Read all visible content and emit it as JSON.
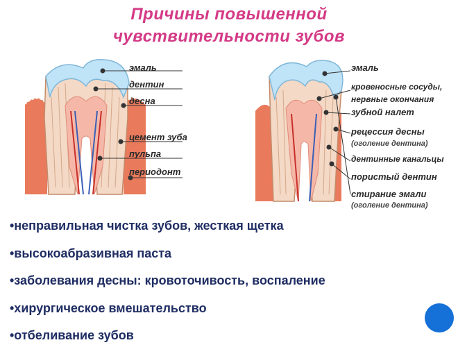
{
  "title": {
    "line1": "Причины повышенной",
    "line2": "чувствительности зубов"
  },
  "left_labels": [
    "эмаль",
    "дентин",
    "десна",
    "цемент зуба",
    "пульпа",
    "периодонт"
  ],
  "right_labels": {
    "enamel": "эмаль",
    "vessels": "кровеносные сосуды,",
    "nerves": "нервные окончания",
    "plaque": "зубной налет",
    "recession": "рецессия десны",
    "recession_note": "(оголение дентина)",
    "tubules": "дентинные канальцы",
    "porous": "пористый дентин",
    "abrasion": "стирание эмали",
    "abrasion_note": "(оголение дентина)"
  },
  "causes": [
    "•неправильная чистка зубов, жесткая щетка",
    "•высокоабразивная паста",
    "•заболевания десны: кровоточивость, воспаление",
    "•хирургическое вмешательство",
    "•отбеливание  зубов"
  ],
  "colors": {
    "title": "#d43a86",
    "bullet_text": "#1f2d63",
    "enamel": "#bfe3f7",
    "dentin": "#f3d9c6",
    "gum": "#e97a5c",
    "pulp": "#f5b8a8",
    "nerve_red": "#c8302b",
    "nerve_blue": "#3a5fb5",
    "accent_dot": "#1570d8"
  }
}
